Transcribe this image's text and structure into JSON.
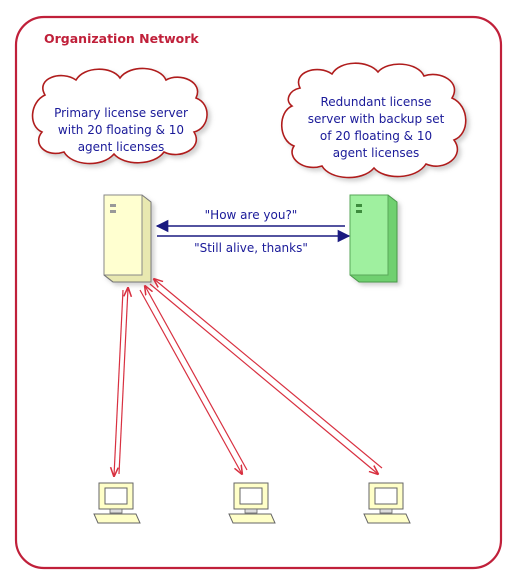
{
  "diagram": {
    "title": "Organization Network",
    "primary_cloud": {
      "line1": "Primary license server",
      "line2": "with 20 floating & 10",
      "line3": "agent licenses"
    },
    "redundant_cloud": {
      "line1": "Redundant license",
      "line2": "server with backup set",
      "line3": "of 20 floating & 10",
      "line4": "agent licenses"
    },
    "message_to_primary": "\"How are you?\"",
    "message_to_redundant": "\"Still alive, thanks\""
  },
  "colors": {
    "frame_border": "#c0203a",
    "title_text": "#c0203a",
    "cloud_fill": "#ffffff",
    "cloud_border": "#b01c1c",
    "cloud_text": "#1a1a99",
    "primary_server_fill": "#ffffd0",
    "redundant_server_fill": "#9ff09f",
    "heartbeat_arrow": "#1a1a80",
    "client_link_arrow": "#d83040",
    "client_fill": "#ffffc8"
  },
  "icons": {
    "primary_server": "tower-server-icon",
    "redundant_server": "tower-server-icon",
    "client": "desktop-computer-icon"
  }
}
